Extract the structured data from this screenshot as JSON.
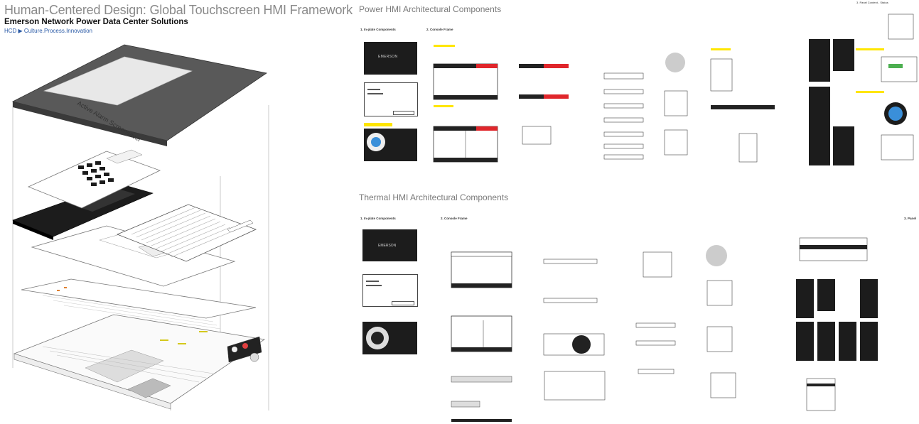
{
  "header": {
    "title": "Human-Centered Design: Global Touchscreen HMI  Framework",
    "subtitle": "Emerson Network Power Data Center Solutions",
    "breadcrumb": "HCD ▶ Culture.Process.Innovation"
  },
  "exploded_view": {
    "screensaver_label": "Active Alarm Screensaver"
  },
  "power": {
    "title": "Power HMI Architectural Components",
    "col1": "1. In-plate Components",
    "col2": "2. Console Frame",
    "corner": "3. Panel Content - Status",
    "brand": "EMERSON"
  },
  "thermal": {
    "title": "Thermal HMI Architectural Components",
    "col1": "1. In-plate Components",
    "col2": "2. Console Frame",
    "corner": "3. Panel"
  },
  "colors": {
    "dark": "#1c1c1c",
    "highlight": "#ffe600",
    "alarm": "#e0262b",
    "label": "#2a62b8"
  }
}
